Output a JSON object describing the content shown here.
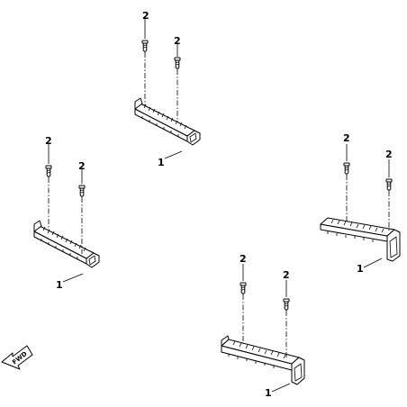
{
  "diagram": {
    "callouts": {
      "step": "1",
      "bolt": "2"
    },
    "direction_arrow": {
      "label": "FWD"
    },
    "assemblies": [
      {
        "id": "top-center"
      },
      {
        "id": "left"
      },
      {
        "id": "right"
      },
      {
        "id": "bottom-center"
      }
    ]
  },
  "colors": {
    "line": "#000000",
    "background": "#ffffff"
  }
}
